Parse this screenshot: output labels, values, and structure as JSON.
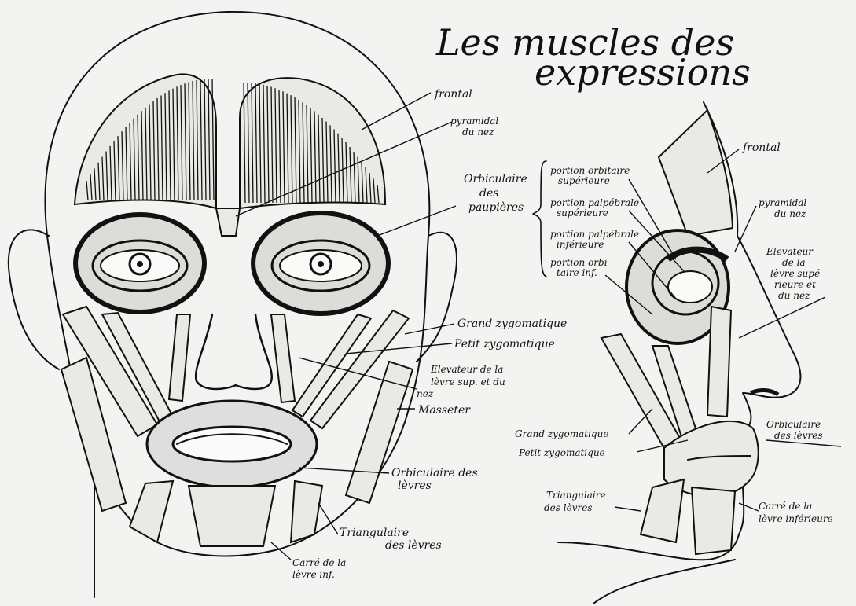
{
  "title": {
    "line1": "Les muscles des",
    "line2": "expressions"
  },
  "front_labels": {
    "frontal": "frontal",
    "pyramidal_l1": "pyramidal",
    "pyramidal_l2": "du nez",
    "orbiculaire_l1": "Orbiculaire",
    "orbiculaire_l2": "des",
    "orbiculaire_l3": "paupières",
    "grand_zygomatique": "Grand zygomatique",
    "petit_zygomatique": "Petit zygomatique",
    "elevateur_l1": "Elevateur de la",
    "elevateur_l2": "lèvre sup. et du",
    "elevateur_l3": "nez",
    "masseter": "Masseter",
    "orbiculaire_levres_l1": "Orbiculaire des",
    "orbiculaire_levres_l2": "lèvres",
    "triangulaire_l1": "Triangulaire",
    "triangulaire_l2": "des lèvres",
    "carre_l1": "Carré de la",
    "carre_l2": "lèvre inf."
  },
  "orbicularis_portions": {
    "p1_l1": "portion orbitaire",
    "p1_l2": "supérieure",
    "p2_l1": "portion palpébrale",
    "p2_l2": "supérieure",
    "p3_l1": "portion palpébrale",
    "p3_l2": "inférieure",
    "p4_l1": "portion orbi-",
    "p4_l2": "taire inf."
  },
  "profile_labels": {
    "frontal": "frontal",
    "pyramidal_l1": "pyramidal",
    "pyramidal_l2": "du nez",
    "elevateur_l1": "Elevateur",
    "elevateur_l2": "de la",
    "elevateur_l3": "lèvre supé-",
    "elevateur_l4": "rieure et",
    "elevateur_l5": "du nez",
    "grand_zygomatique": "Grand zygomatique",
    "petit_zygomatique": "Petit zygomatique",
    "orbiculaire_l1": "Orbiculaire",
    "orbiculaire_l2": "des lèvres",
    "triangulaire_l1": "Triangulaire",
    "triangulaire_l2": "des lèvres",
    "carre_l1": "Carré de la",
    "carre_l2": "lèvre inférieure"
  }
}
